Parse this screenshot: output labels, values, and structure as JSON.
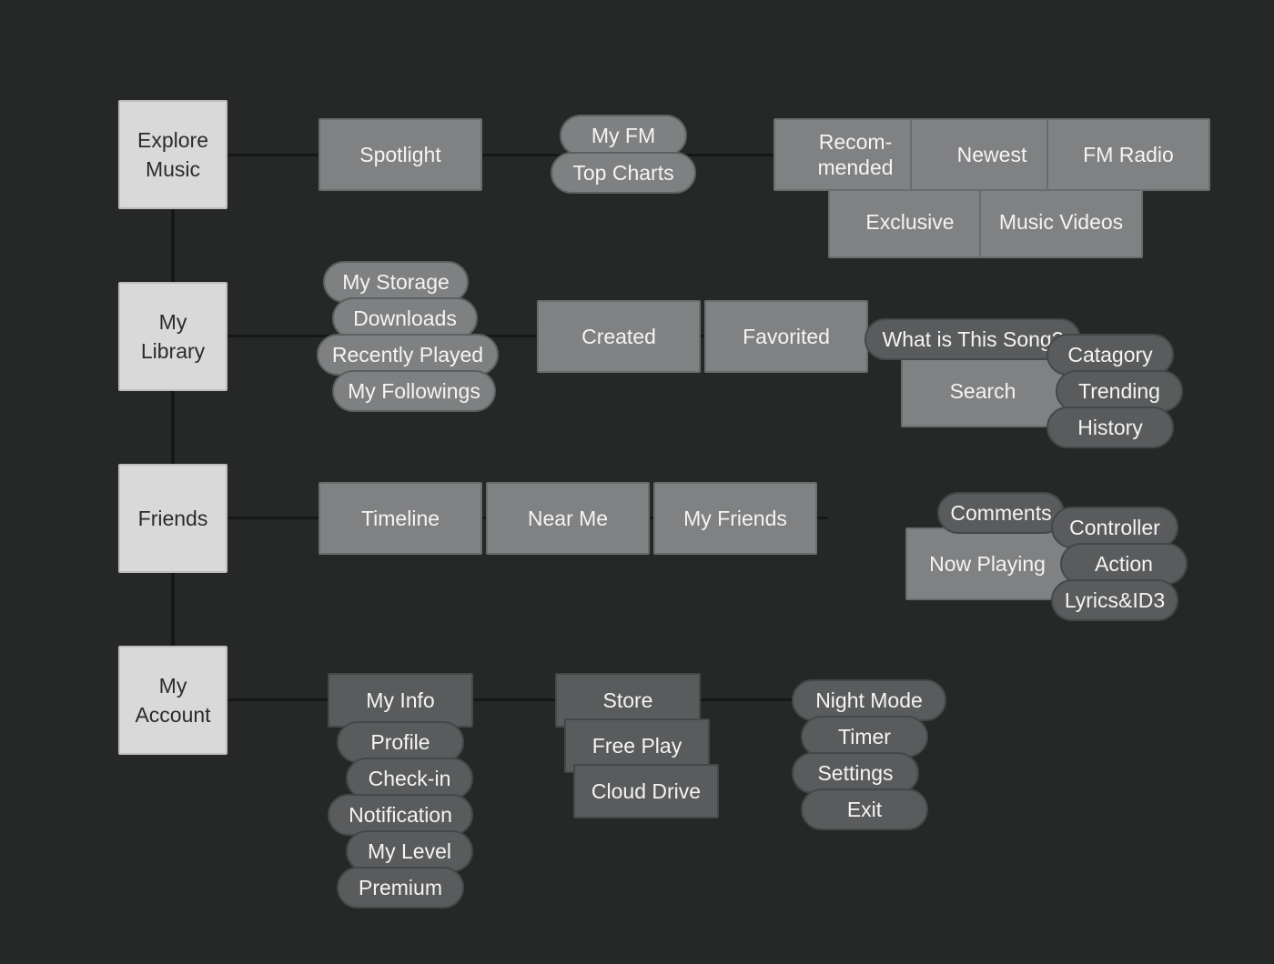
{
  "main_nodes": {
    "explore_music": "Explore Music",
    "my_library": "My Library",
    "friends": "Friends",
    "my_account": "My Account"
  },
  "explore": {
    "spotlight": "Spotlight",
    "my_fm": "My FM",
    "top_charts": "Top Charts",
    "recommended": "Recom- mended",
    "newest": "Newest",
    "fm_radio": "FM Radio",
    "exclusive": "Exclusive",
    "music_videos": "Music Videos"
  },
  "library": {
    "my_storage": "My Storage",
    "downloads": "Downloads",
    "recently_played": "Recently Played",
    "my_followings": "My Followings",
    "created": "Created",
    "favorited": "Favorited",
    "what_is_this_song": "What is This Song?",
    "search": "Search",
    "catagory": "Catagory",
    "trending": "Trending",
    "history": "History"
  },
  "friends": {
    "timeline": "Timeline",
    "near_me": "Near Me",
    "my_friends": "My Friends",
    "comments": "Comments",
    "now_playing": "Now Playing",
    "controller": "Controller",
    "action": "Action",
    "lyrics_id3": "Lyrics&ID3"
  },
  "account": {
    "my_info": "My Info",
    "profile": "Profile",
    "check_in": "Check-in",
    "notification": "Notification",
    "my_level": "My Level",
    "premium": "Premium",
    "store": "Store",
    "free_play": "Free Play",
    "cloud_drive": "Cloud Drive",
    "night_mode": "Night Mode",
    "timer": "Timer",
    "settings": "Settings",
    "exit": "Exit"
  }
}
